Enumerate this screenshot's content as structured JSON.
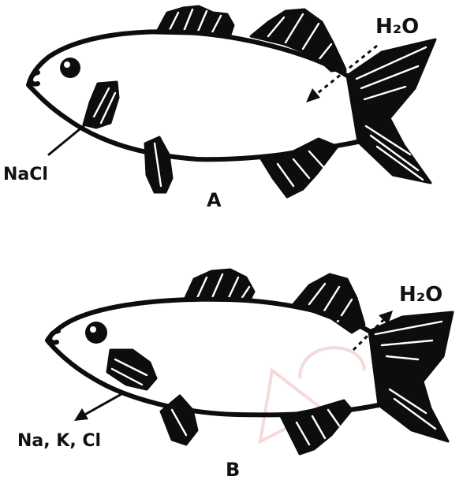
{
  "fish_a": {
    "water_label": "H₂O",
    "salt_label": "NaCl",
    "caption": "A"
  },
  "fish_b": {
    "water_label": "H₂O",
    "salt_label": "Na, K, Cl",
    "caption": "B"
  }
}
